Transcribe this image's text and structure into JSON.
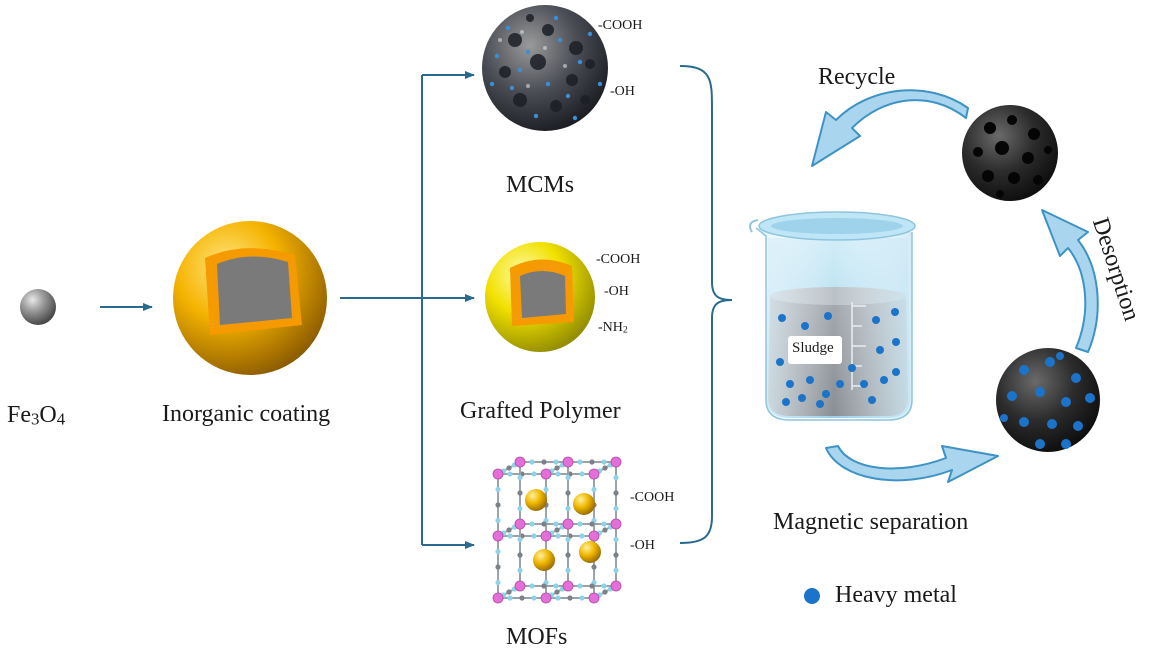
{
  "labels": {
    "fe3o4": {
      "base1": "Fe",
      "sub1": "3",
      "base2": "O",
      "sub2": "4"
    },
    "inorganic_coating": "Inorganic coating",
    "mcms": "MCMs",
    "grafted_polymer": "Grafted Polymer",
    "mofs": "MOFs",
    "recycle": "Recycle",
    "desorption": "Desorption",
    "magnetic_separation": "Magnetic separation",
    "sludge": "Sludge",
    "heavy_metal": "Heavy metal"
  },
  "groups": {
    "mcms": {
      "cooh": "-COOH",
      "oh": "-OH"
    },
    "polymer": {
      "cooh": "-COOH",
      "oh": "-OH",
      "nh2_base": "-NH",
      "nh2_sub": "2"
    },
    "mofs": {
      "cooh": "-COOH",
      "oh": "-OH"
    }
  },
  "colors": {
    "arrow_line": "#2a6a8f",
    "curved_arrow_fill": "#a9d6ee",
    "curved_arrow_stroke": "#3e93c4",
    "heavy_metal_dot": "#1b74c9",
    "gold": "#f5b800",
    "core_gray": "#7a7a7a"
  }
}
